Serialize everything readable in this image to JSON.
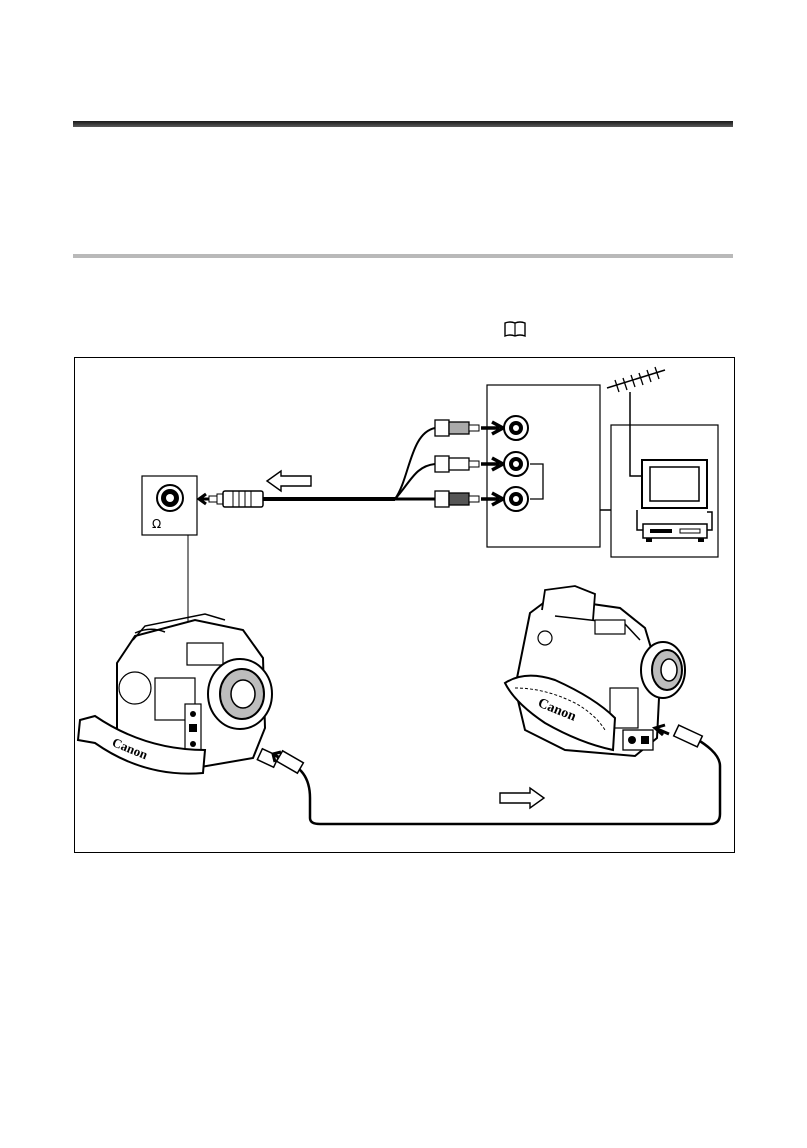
{
  "page": {
    "icons": {
      "reference": "book-icon"
    }
  },
  "figure": {
    "brand_label_left": "Canon",
    "brand_label_right": "Canon",
    "headphone_symbol": "Ω",
    "icons": {
      "antenna": "antenna-icon",
      "tv": "television-icon",
      "vcr": "vcr-icon",
      "camcorder_left": "camcorder-icon",
      "camcorder_right": "camcorder-icon",
      "arrow_left": "hollow-arrow-left-icon",
      "arrow_right": "hollow-arrow-right-icon",
      "headphone_jack": "audio-jack-icon"
    }
  }
}
